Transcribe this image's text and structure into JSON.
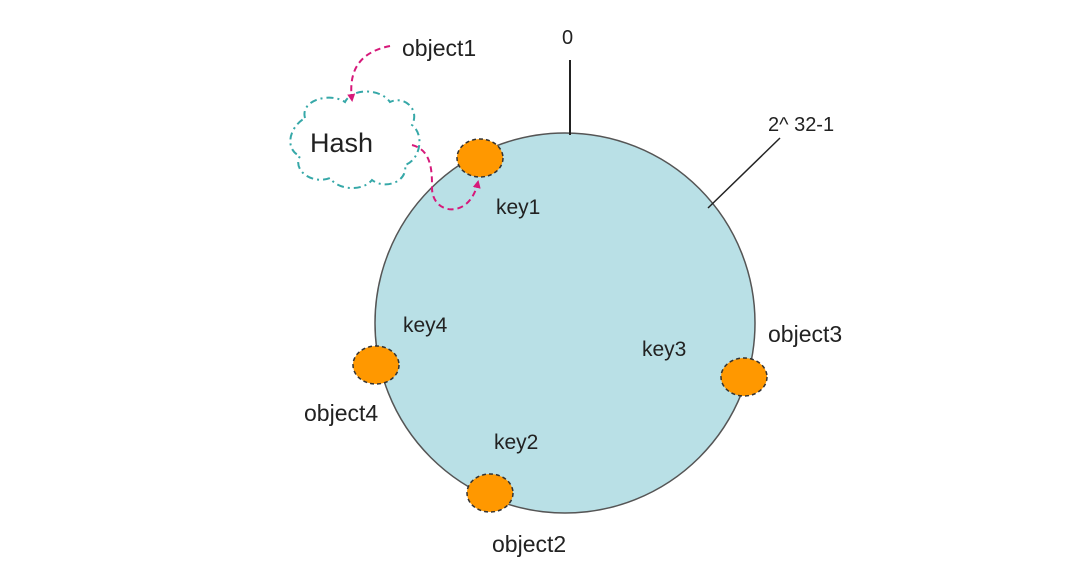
{
  "diagram": {
    "top_label": "0",
    "max_label": "2^ 32-1",
    "hash_label": "Hash",
    "objects": [
      "object1",
      "object2",
      "object3",
      "object4"
    ],
    "keys": [
      "key1",
      "key2",
      "key3",
      "key4"
    ]
  },
  "colors": {
    "ring_fill": "#b9e0e6",
    "ring_stroke": "#555555",
    "node_fill": "#ff9800",
    "node_stroke": "#333333",
    "arrow": "#d6197a",
    "cloud_stroke": "#36a8a8"
  }
}
